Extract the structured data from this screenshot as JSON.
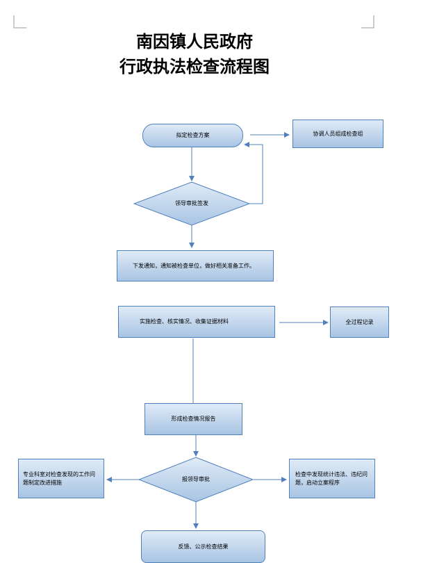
{
  "title": {
    "line1": "南因镇人民政府",
    "line2": "行政执法检查流程图"
  },
  "nodes": {
    "plan": "拟定检查方案",
    "team": "协调人员组成检查组",
    "approve": "领导审批签发",
    "notify": "下发通知，通知被检查单位，做好相关准备工作。",
    "inspect": "实施检查、核实情况、收集证据材料",
    "record": "全过程记录",
    "report": "形成检查情况报告",
    "review": "报领导审批",
    "rectify": "专业科室对检查发现的工作问题制定改进措施",
    "case": "检查中发现统计违法、违纪问题，启动立案程序",
    "feedback": "反馈、公示检查结果"
  }
}
